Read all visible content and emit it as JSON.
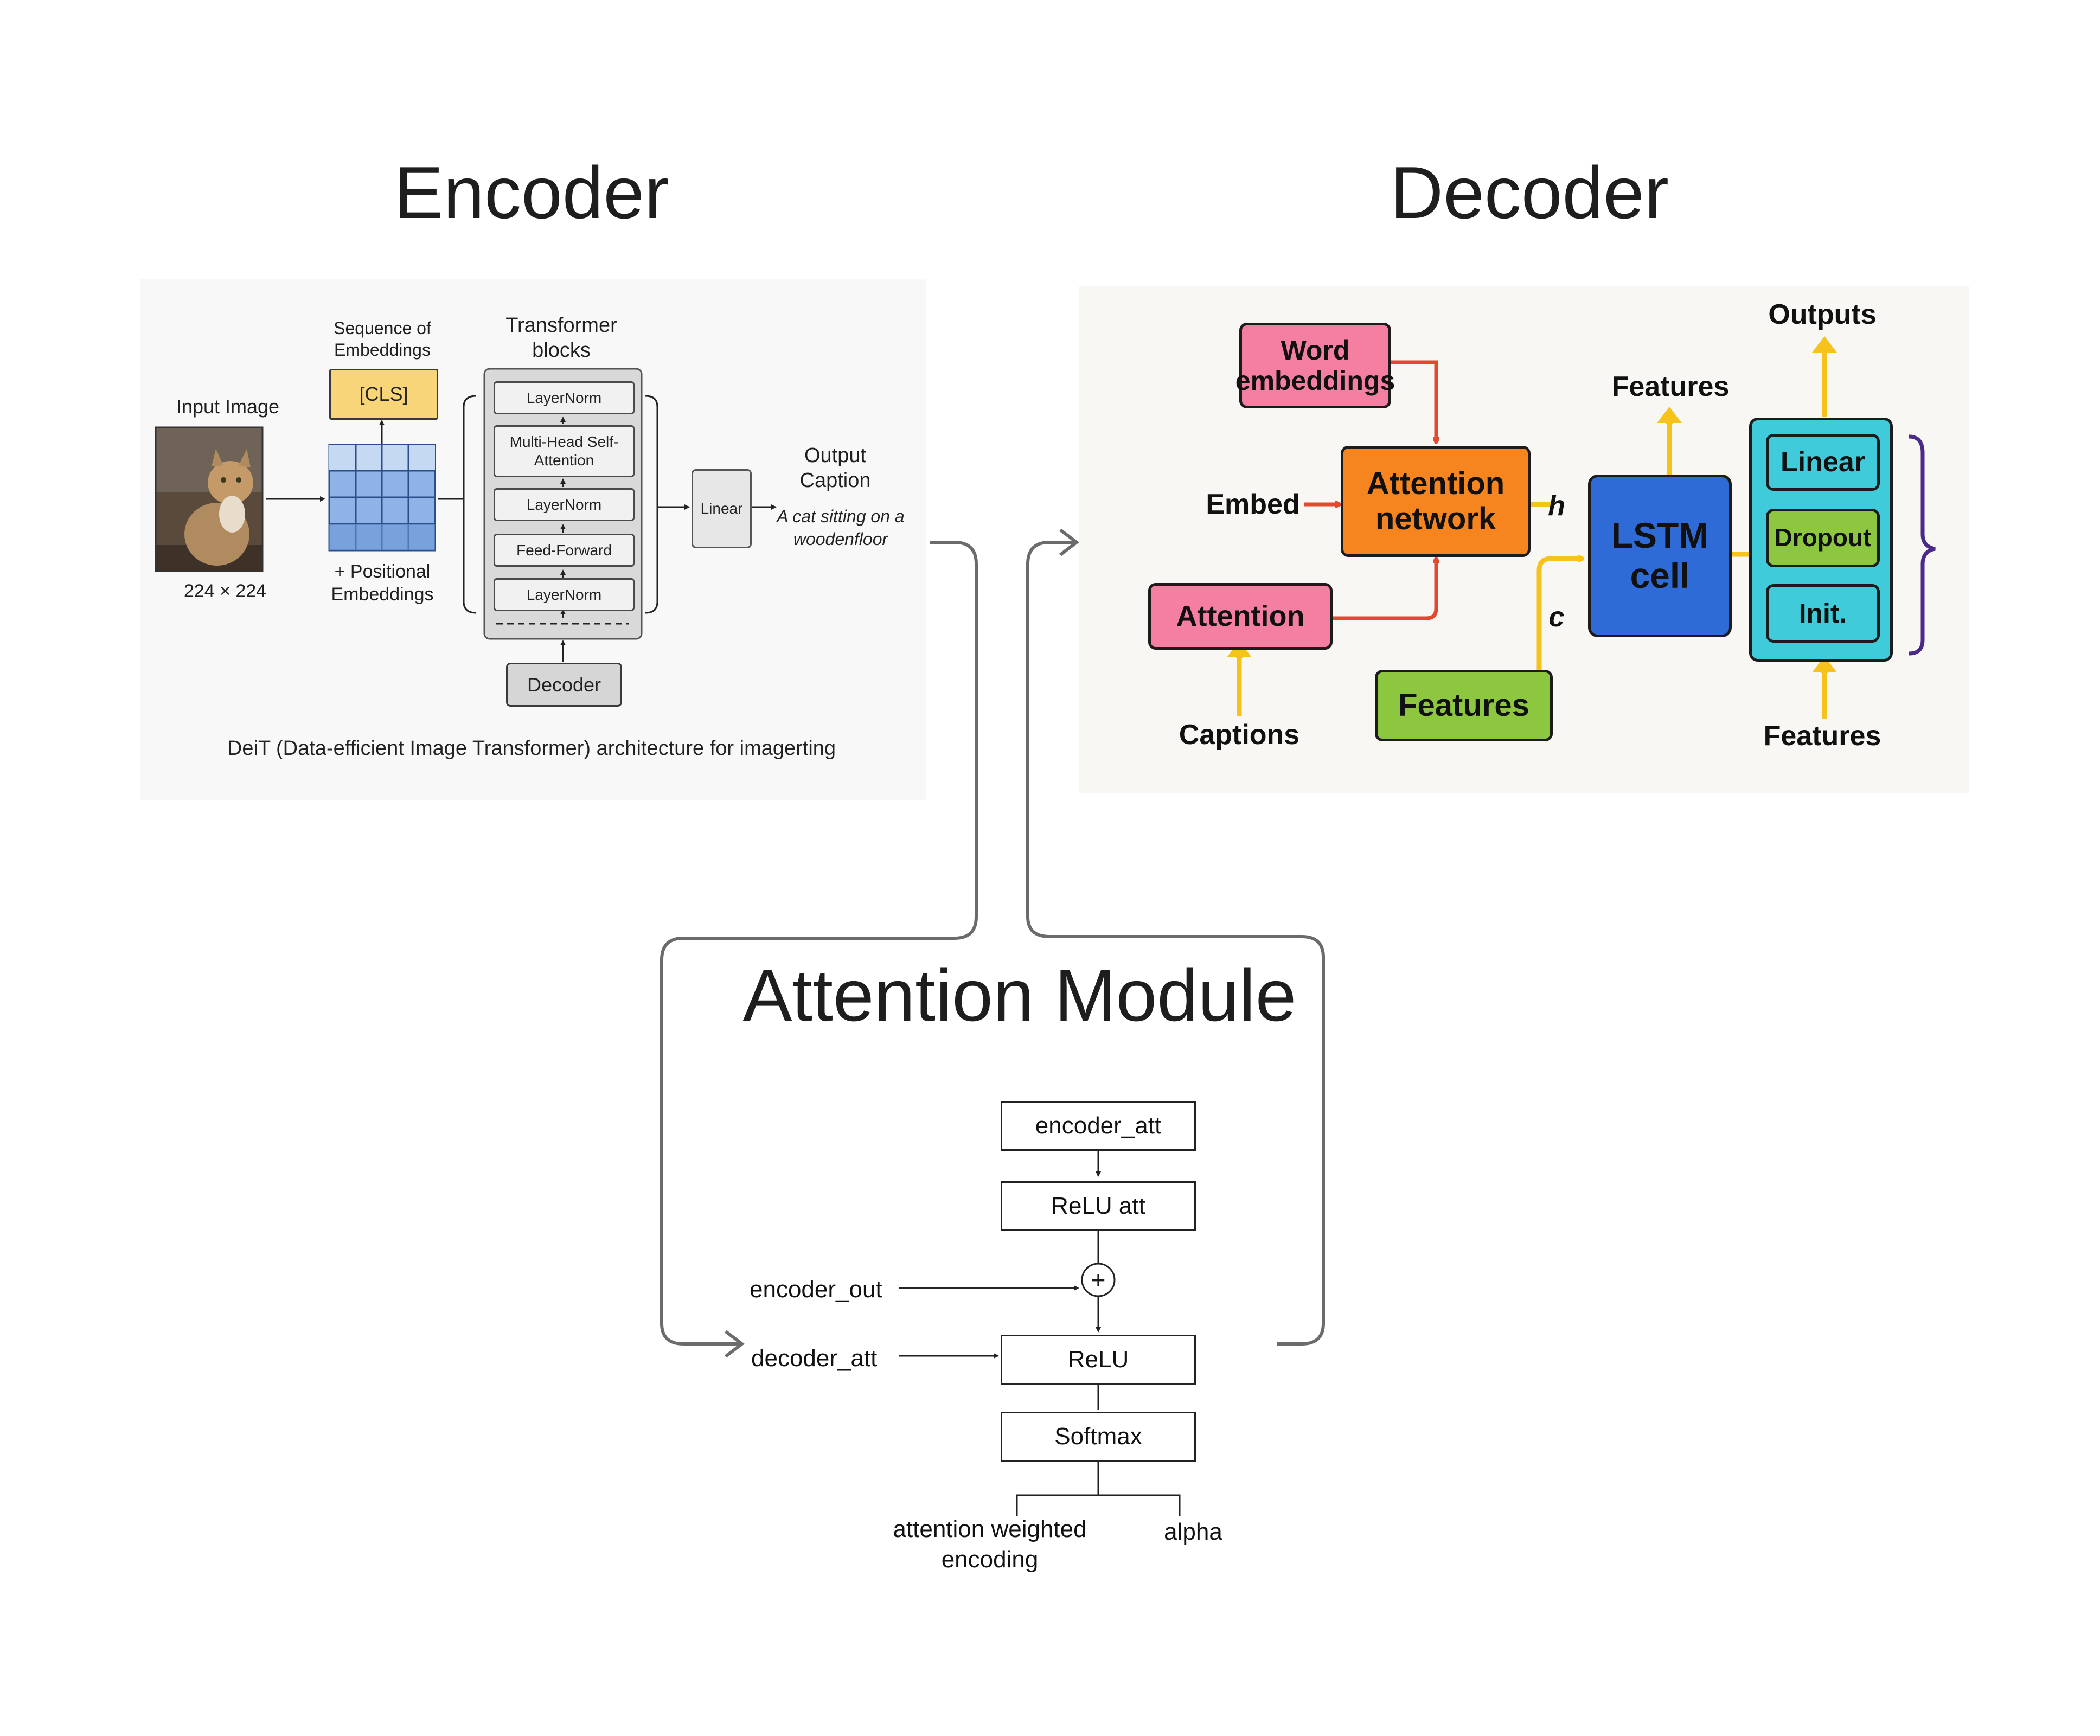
{
  "titles": {
    "encoder": "Encoder",
    "decoder": "Decoder",
    "attention_module": "Attention Module"
  },
  "encoder": {
    "input_image_label": "Input Image",
    "image_size": "224 × 224",
    "sequence_label": "Sequence of Embeddings",
    "cls_token": "[CLS]",
    "positional_label": "+ Positional Embeddings",
    "transformer_label": "Transformer blocks",
    "blocks": [
      "LayerNorm",
      "Multi-Head Self-Attention",
      "LayerNorm",
      "Feed-Forward",
      "LayerNorm"
    ],
    "decoder_box": "Decoder",
    "linear_box": "Linear",
    "output_caption_label": "Output Caption",
    "output_caption_text": "A cat sitting on a woodenfloor",
    "figure_caption": "DeiT (Data-efficient Image Transformer) architecture for imagerting"
  },
  "decoder": {
    "word_embeddings": "Word embeddings",
    "attention_network": "Attention network",
    "attention": "Attention",
    "features_box": "Features",
    "lstm_cell": "LSTM cell",
    "linear": "Linear",
    "dropout": "Dropout",
    "init": "Init.",
    "label_embed": "Embed",
    "label_h": "h",
    "label_c": "c",
    "label_captions": "Captions",
    "label_features_top": "Features",
    "label_outputs": "Outputs",
    "label_features_bottom": "Features"
  },
  "attention_module": {
    "encoder_att": "encoder_att",
    "relu_att": "ReLU  att",
    "plus": "+",
    "encoder_out": "encoder_out",
    "decoder_att": "decoder_att",
    "relu": "ReLU",
    "softmax": "Softmax",
    "attention_weighted_encoding": "attention weighted encoding",
    "alpha": "alpha"
  },
  "colors": {
    "pink": "#f47fa0",
    "orange": "#f7851f",
    "green": "#8dc63f",
    "blue": "#2f6bd6",
    "cyan": "#3fcbd9",
    "red_arrow": "#e2492e",
    "yellow_arrow": "#f6c21c",
    "purple_brace": "#4b2a8a",
    "cls_yellow": "#f9d57a",
    "grid_blue": "#8fb3e6"
  },
  "icons": {
    "cat_image": "cat-photo",
    "plus_node": "plus-circle-icon"
  }
}
